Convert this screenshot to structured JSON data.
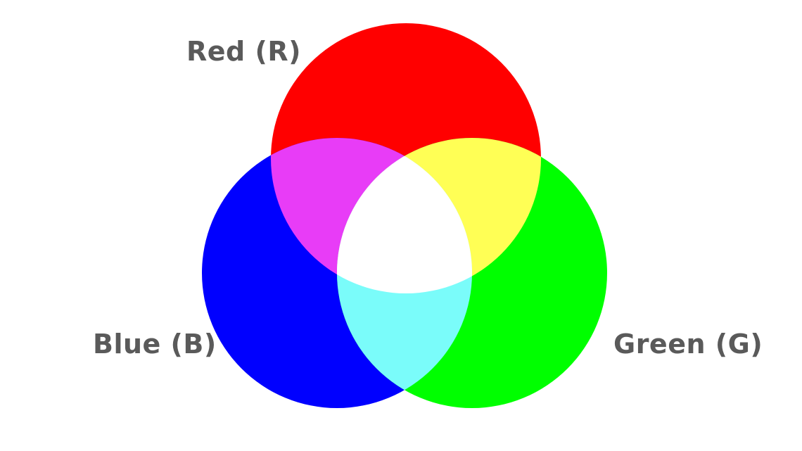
{
  "labels": {
    "red": "Red (R)",
    "blue": "Blue (B)",
    "green": "Green (G)"
  },
  "colors": {
    "red": "#ff0000",
    "green": "#00ff00",
    "blue": "#0000ff",
    "red_blue_overlap": "#e83cf7",
    "red_green_overlap": "#ffff55",
    "green_blue_overlap": "#7afcfa",
    "center_overlap": "#ffffff",
    "label_text": "#5a5a5a"
  }
}
